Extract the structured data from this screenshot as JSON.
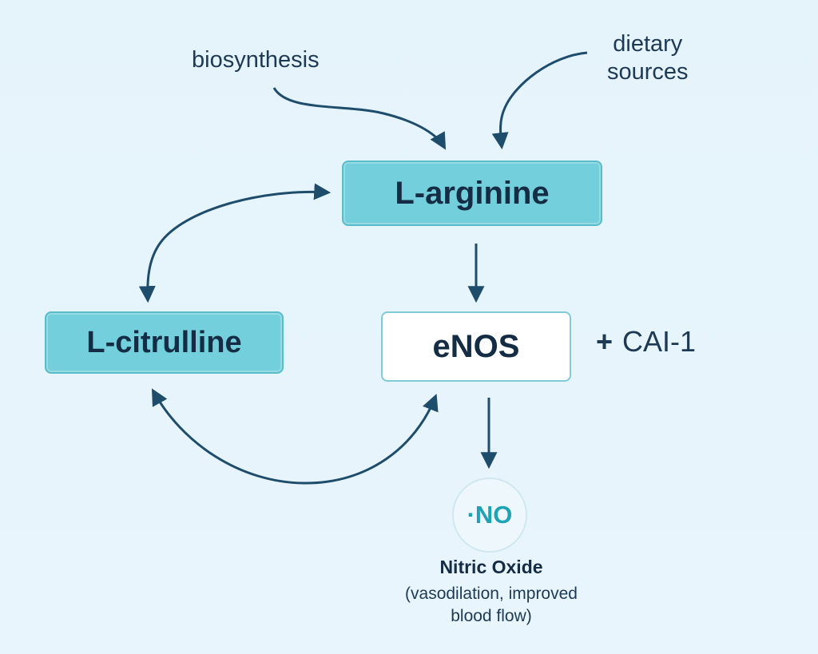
{
  "nodes": {
    "arginine": "L-arginine",
    "citrulline": "L-citrulline",
    "enos": "eNOS",
    "no_symbol": "·NO",
    "no_title": "Nitric Oxide",
    "no_desc_line1": "(vasodilation, improved",
    "no_desc_line2": "blood flow)"
  },
  "inputs": {
    "biosynthesis": "biosynthesis",
    "dietary_line1": "dietary",
    "dietary_line2": "sources"
  },
  "cofactor": {
    "plus": "+",
    "label": "CAI-1"
  },
  "colors": {
    "arrow": "#1e4c6b",
    "node_fill": "#73cfdb",
    "node_border": "#58bccb",
    "background": "#e6f4fb",
    "no_text": "#1fa2b3"
  }
}
